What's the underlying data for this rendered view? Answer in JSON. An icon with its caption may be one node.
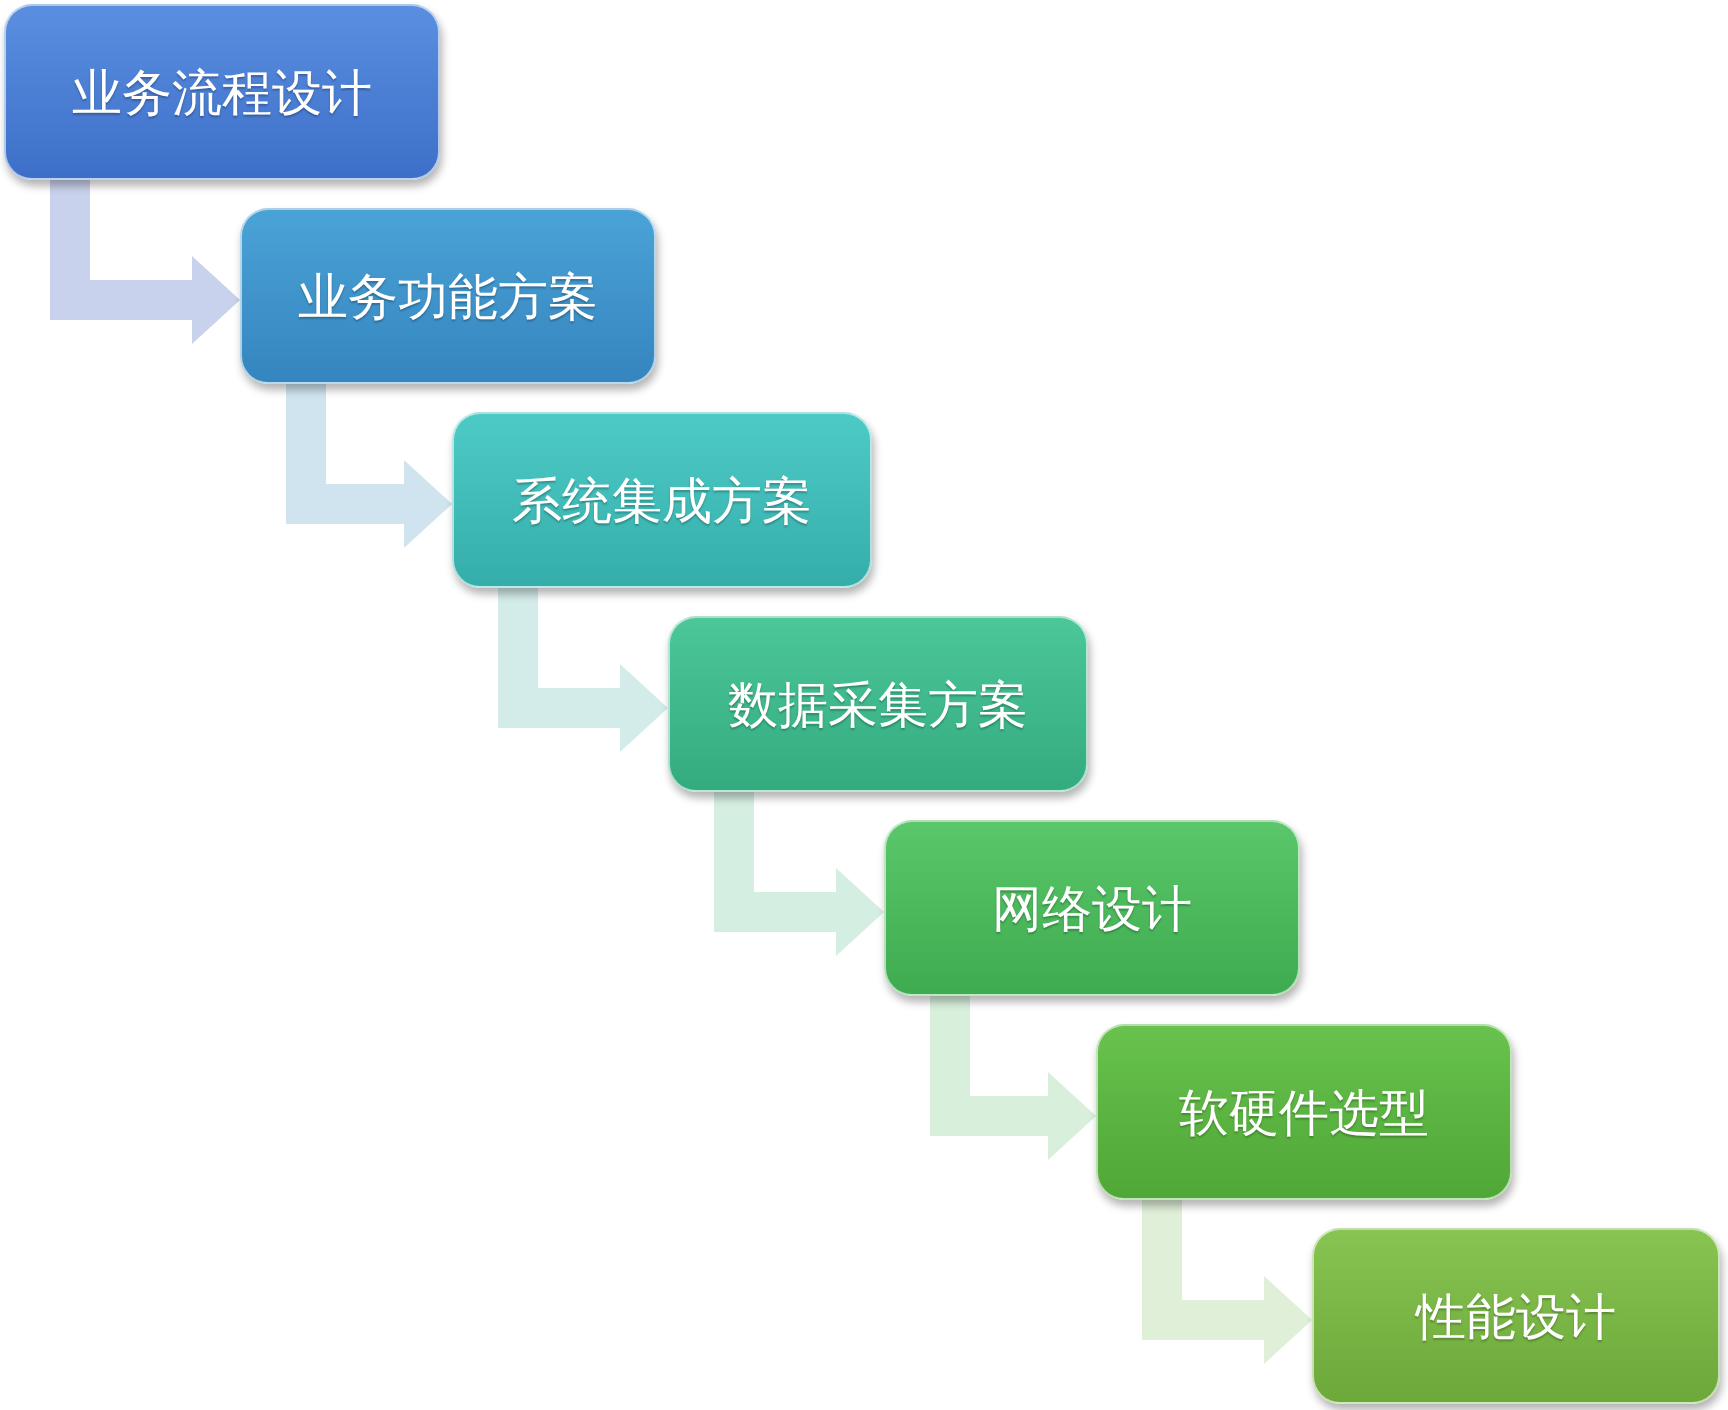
{
  "diagram": {
    "nodes": [
      {
        "text": [
          "业务流程设计"
        ]
      },
      {
        "text": [
          "业务功能方案"
        ]
      },
      {
        "text": [
          "系统集成方案"
        ]
      },
      {
        "text": [
          "数据采集方案"
        ]
      },
      {
        "text": [
          "网络设计"
        ]
      },
      {
        "text": [
          "软硬件选型"
        ]
      },
      {
        "text": [
          "性能设计"
        ]
      }
    ],
    "edges": [
      {
        "from": 0,
        "to": 1,
        "arrow": "to"
      },
      {
        "from": 1,
        "to": 2,
        "arrow": "to"
      },
      {
        "from": 2,
        "to": 3,
        "arrow": "to"
      },
      {
        "from": 3,
        "to": 4,
        "arrow": "to"
      },
      {
        "from": 4,
        "to": 5,
        "arrow": "to"
      },
      {
        "from": 5,
        "to": 6,
        "arrow": "to"
      }
    ]
  }
}
